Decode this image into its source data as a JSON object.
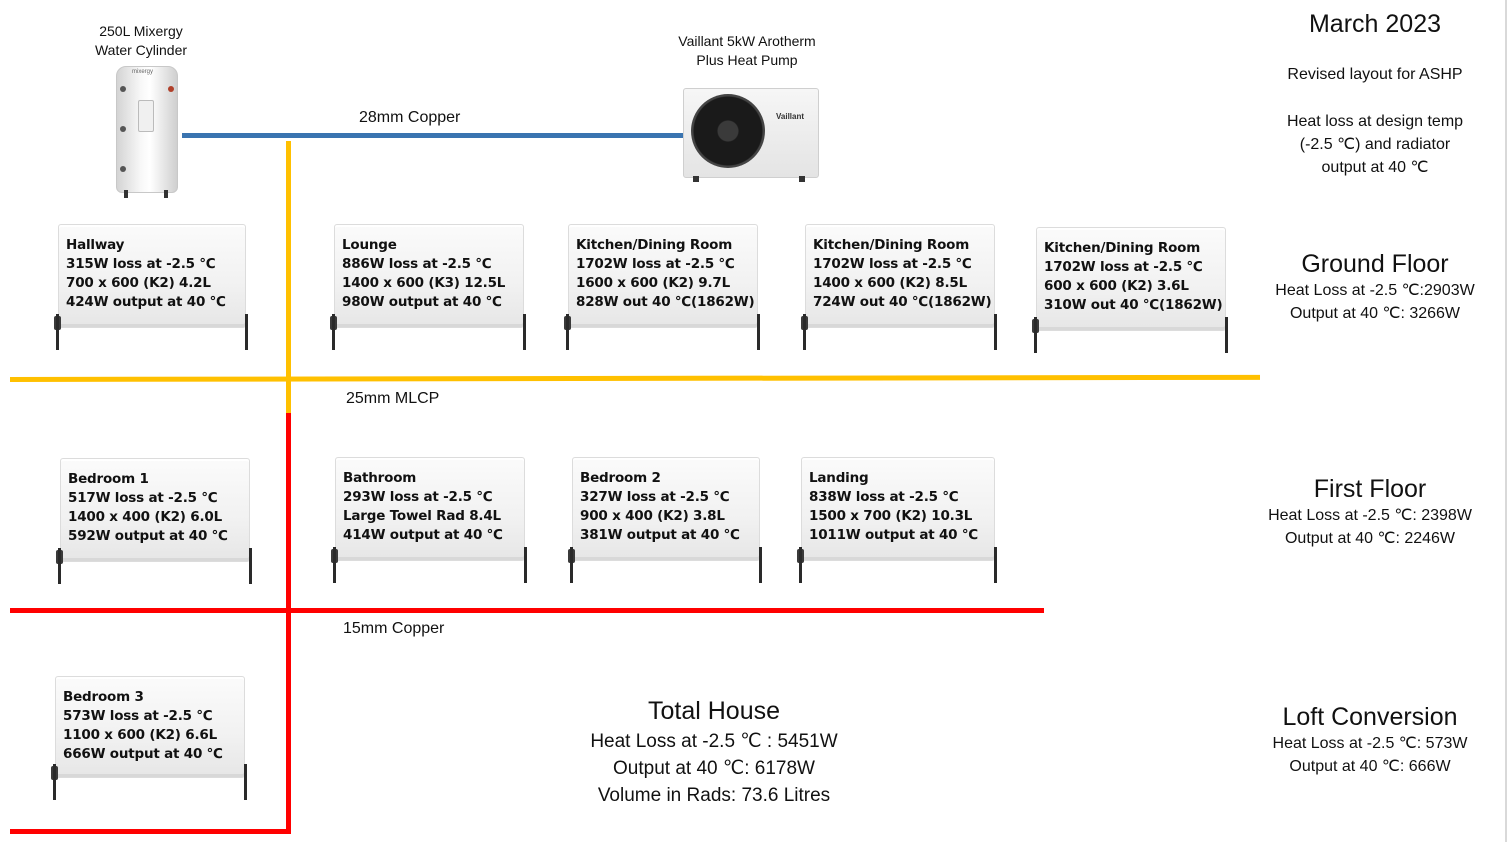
{
  "cylinder": {
    "line1": "250L Mixergy",
    "line2": "Water Cylinder",
    "logo": "mixergy"
  },
  "heat_pump": {
    "line1": "Vaillant 5kW Arotherm",
    "line2": "Plus Heat Pump",
    "brand": "Vaillant"
  },
  "header": {
    "date": "March 2023",
    "subtitle": "Revised layout for ASHP",
    "note_line1": "Heat loss at design temp",
    "note_line2": "(-2.5 ℃) and radiator",
    "note_line3": "output at 40 ℃"
  },
  "pipes": {
    "copper28": "28mm Copper",
    "mlcp25": "25mm MLCP",
    "copper15": "15mm Copper",
    "colors": {
      "copper28": "#3a74b0",
      "mlcp25": "#ffc000",
      "copper15": "#ff0000"
    }
  },
  "floors": {
    "ground": {
      "title": "Ground Floor",
      "loss": "Heat Loss at -2.5 ℃:2903W",
      "output": "Output at 40 ℃: 3266W"
    },
    "first": {
      "title": "First Floor",
      "loss": "Heat Loss at -2.5 ℃: 2398W",
      "output": "Output at 40 ℃: 2246W"
    },
    "loft": {
      "title": "Loft Conversion",
      "loss": "Heat Loss at -2.5 ℃: 573W",
      "output": "Output at 40 ℃: 666W"
    }
  },
  "radiators": {
    "hallway": {
      "name": "Hallway",
      "loss": "315W loss at -2.5 ℃",
      "size": "700 x 600 (K2) 4.2L",
      "output": "424W output at 40 ℃"
    },
    "lounge": {
      "name": "Lounge",
      "loss": "886W loss at -2.5 ℃",
      "size": "1400 x 600 (K3) 12.5L",
      "output": "980W output at 40 ℃"
    },
    "kitchen1": {
      "name": "Kitchen/Dining Room",
      "loss": "1702W loss at -2.5 ℃",
      "size": "1600 x 600 (K2) 9.7L",
      "output": "828W out 40 ℃(1862W)"
    },
    "kitchen2": {
      "name": "Kitchen/Dining Room",
      "loss": "1702W loss at -2.5 ℃",
      "size": "1400 x 600 (K2) 8.5L",
      "output": "724W out 40 ℃(1862W)"
    },
    "kitchen3": {
      "name": "Kitchen/Dining Room",
      "loss": "1702W loss at -2.5 ℃",
      "size": "600 x 600 (K2) 3.6L",
      "output": "310W out 40 ℃(1862W)"
    },
    "bedroom1": {
      "name": "Bedroom 1",
      "loss": "517W loss at -2.5 ℃",
      "size": "1400 x 400 (K2) 6.0L",
      "output": "592W output at 40 ℃"
    },
    "bathroom": {
      "name": "Bathroom",
      "loss": "293W loss at -2.5 ℃",
      "size": "Large Towel Rad 8.4L",
      "output": "414W output at 40 ℃"
    },
    "bedroom2": {
      "name": "Bedroom 2",
      "loss": "327W loss at -2.5 ℃",
      "size": "900 x 400 (K2) 3.8L",
      "output": "381W output at 40 ℃"
    },
    "landing": {
      "name": "Landing",
      "loss": "838W loss at -2.5 ℃",
      "size": "1500 x 700 (K2) 10.3L",
      "output": "1011W output at 40 ℃"
    },
    "bedroom3": {
      "name": "Bedroom 3",
      "loss": "573W loss at -2.5 ℃",
      "size": "1100 x 600 (K2) 6.6L",
      "output": "666W output at 40 ℃"
    }
  },
  "total": {
    "title": "Total House",
    "loss": "Heat Loss at -2.5 ℃ : 5451W",
    "output": "Output at 40 ℃: 6178W",
    "volume": "Volume in Rads: 73.6 Litres"
  }
}
